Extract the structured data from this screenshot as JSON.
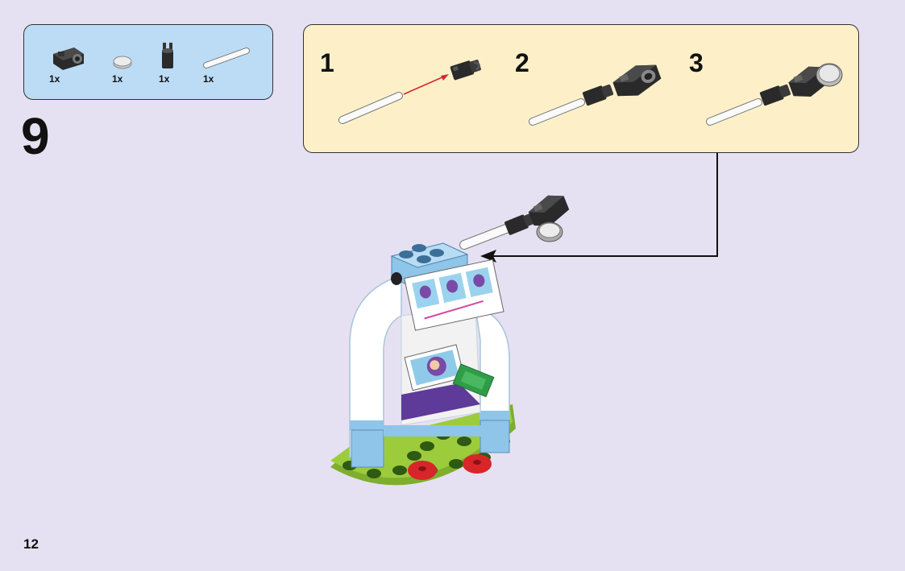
{
  "parts_list": {
    "items": [
      {
        "icon": "camera-brick-icon",
        "qty": "1x"
      },
      {
        "icon": "round-tile-icon",
        "qty": "1x"
      },
      {
        "icon": "bar-holder-clip-icon",
        "qty": "1x"
      },
      {
        "icon": "white-bar-icon",
        "qty": "1x"
      }
    ]
  },
  "step": {
    "number": "9"
  },
  "substeps": [
    {
      "number": "1",
      "icon": "bar-into-clip-icon"
    },
    {
      "number": "2",
      "icon": "camera-on-bar-icon"
    },
    {
      "number": "3",
      "icon": "lens-tile-on-camera-icon"
    }
  ],
  "page": {
    "number": "12"
  },
  "colors": {
    "background": "#e6e1f2",
    "parts_box": "#bcdcf6",
    "callout_box": "#fdf0c9",
    "arrow_red": "#d9252a",
    "brick_blue": "#8ec5e8",
    "plate_green": "#9ccc3c",
    "flower_red": "#d8252a"
  }
}
